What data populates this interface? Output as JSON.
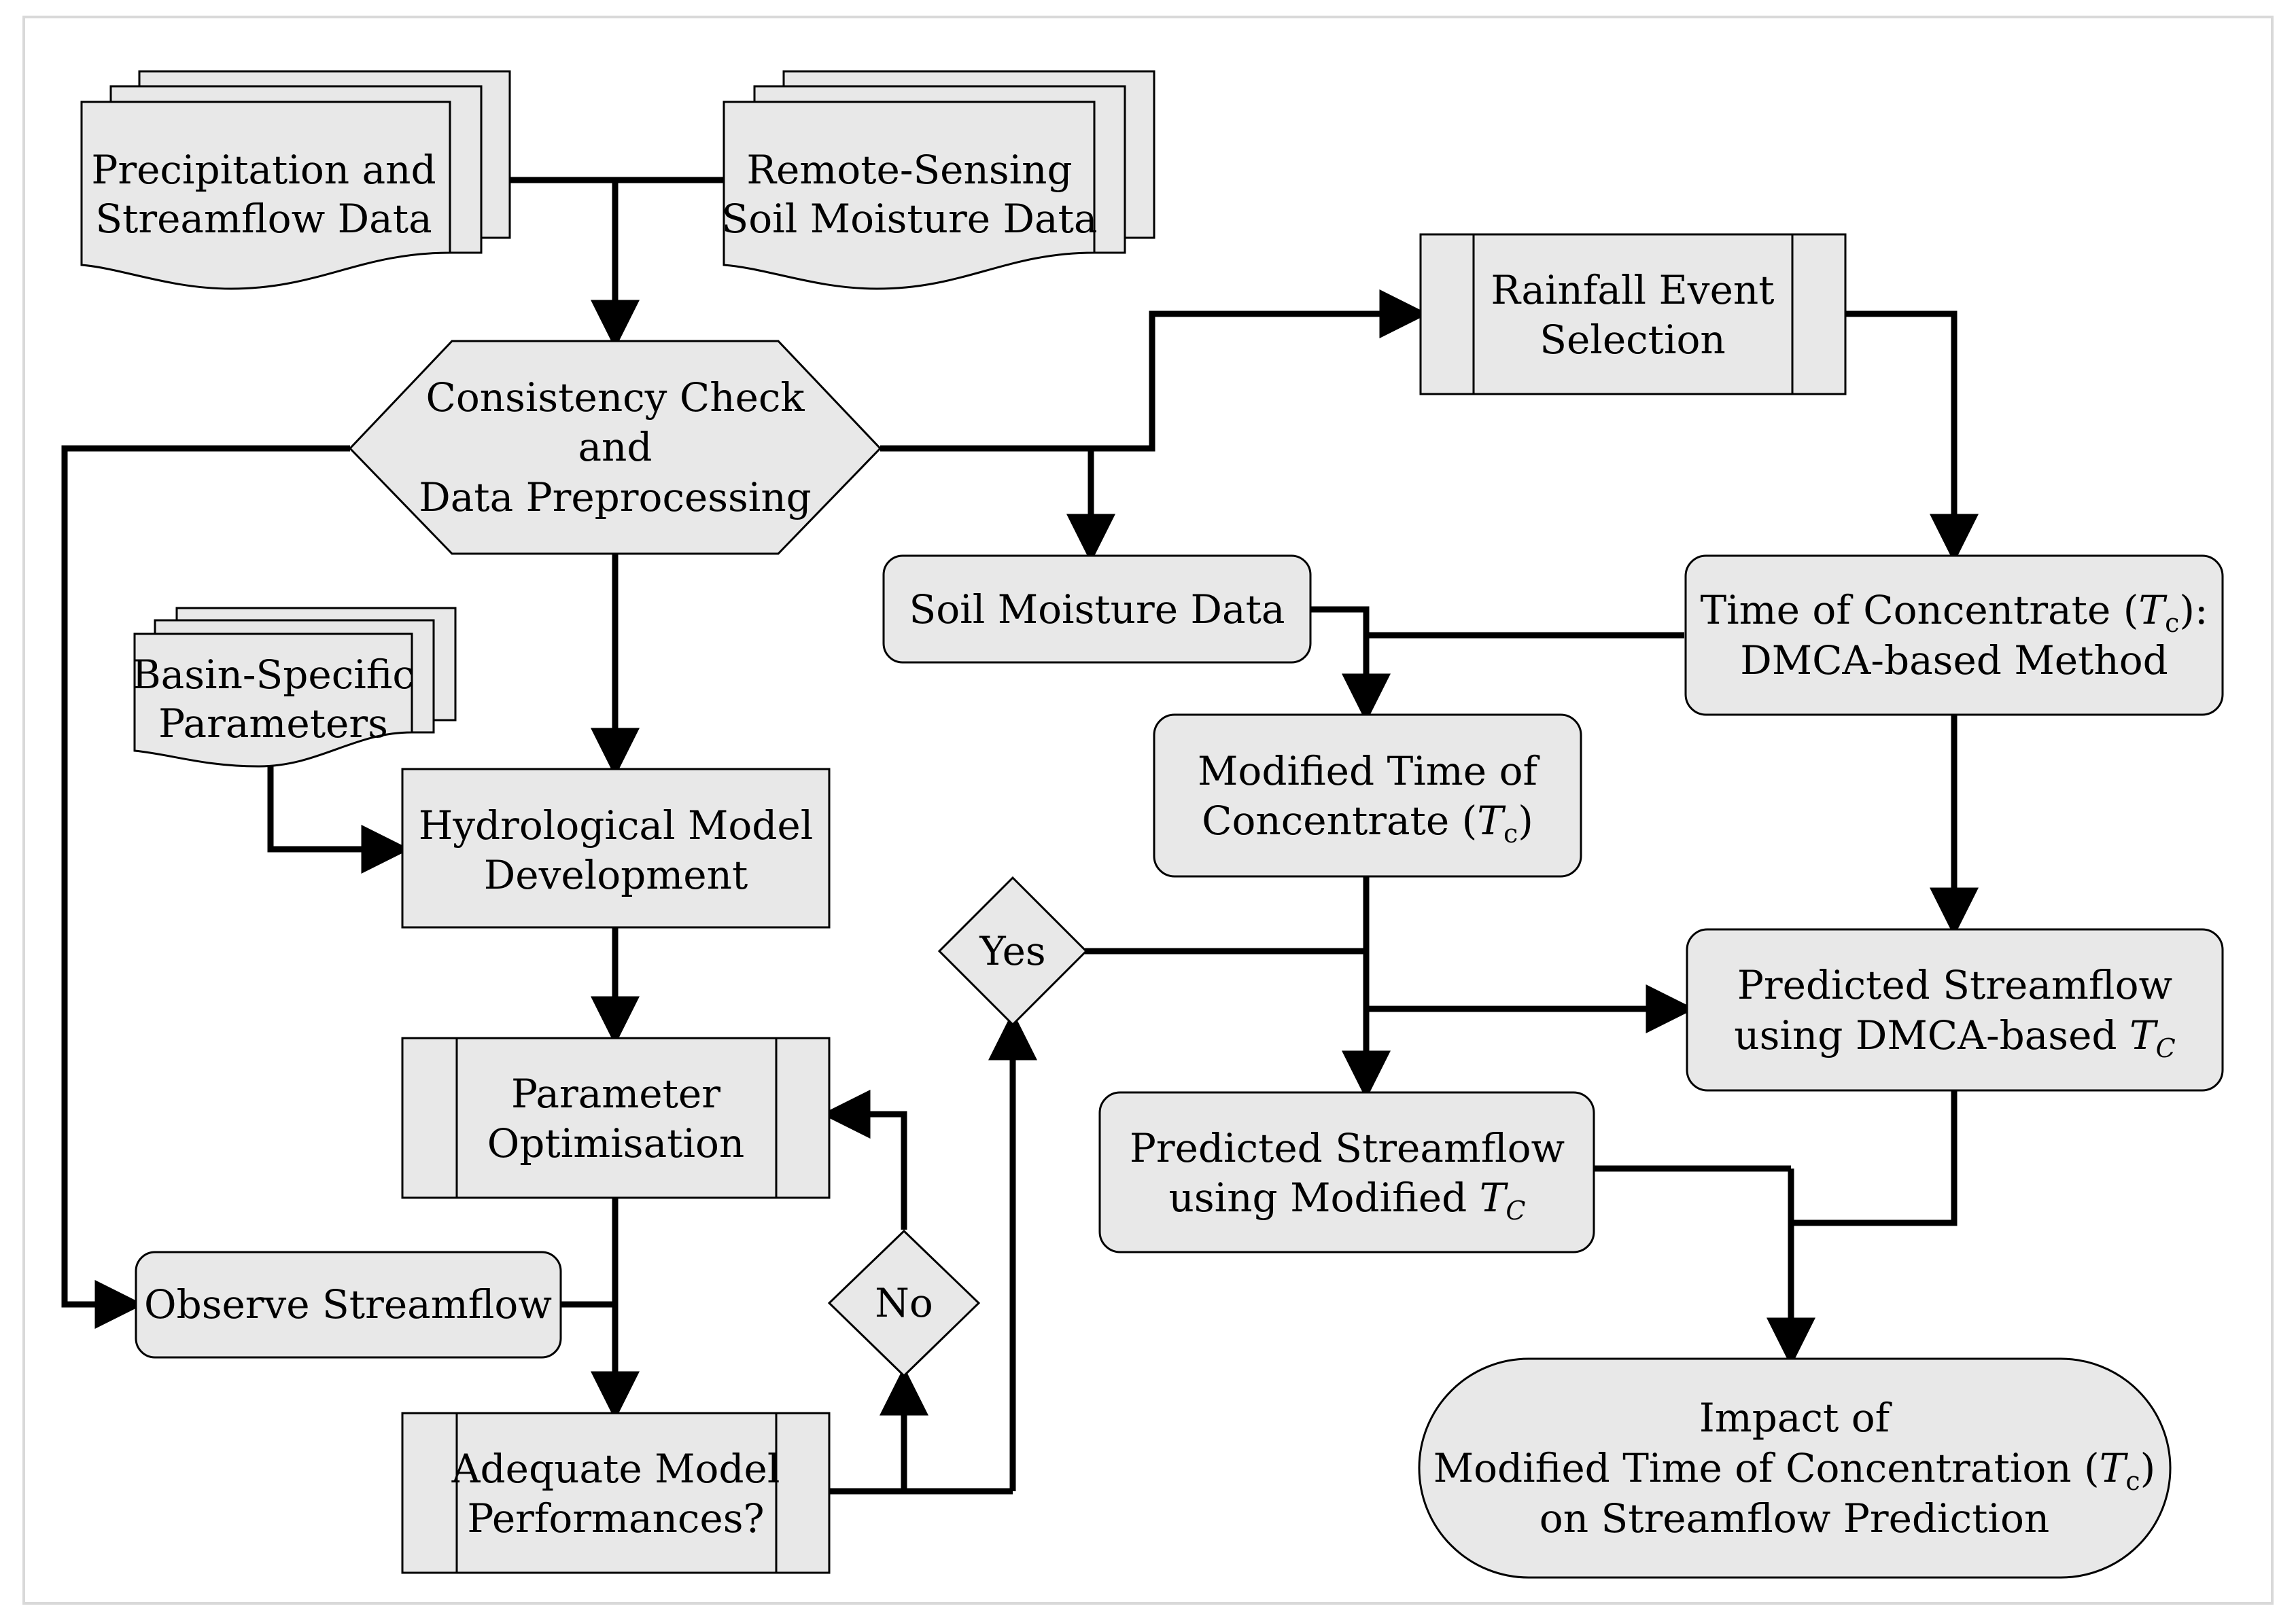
{
  "nodes": {
    "precip": {
      "line1": "Precipitation and",
      "line2": "Streamflow Data"
    },
    "remote": {
      "line1": "Remote-Sensing",
      "line2": "Soil Moisture Data"
    },
    "consistency": {
      "line1": "Consistency Check",
      "line2": "and",
      "line3": "Data Preprocessing"
    },
    "rainfall": {
      "line1": "Rainfall Event",
      "line2": "Selection"
    },
    "soil": {
      "line1": "Soil Moisture Data"
    },
    "tc_dmca": {
      "line1a": "Time of Concentrate (",
      "var": "T",
      "sub": "c",
      "line1b": "):",
      "line2": "DMCA-based Method"
    },
    "basin": {
      "line1": "Basin-Specific",
      "line2": "Parameters"
    },
    "modified_tc": {
      "line1": "Modified Time of",
      "line2a": "Concentrate (",
      "var": "T",
      "sub": "c",
      "line2b": ")"
    },
    "hydro": {
      "line1": "Hydrological Model",
      "line2": "Development"
    },
    "yes": {
      "label": "Yes"
    },
    "pred_dmca": {
      "line1": "Predicted Streamflow",
      "line2a": "using DMCA-based ",
      "var": "T",
      "sub": "C"
    },
    "param": {
      "line1": "Parameter",
      "line2": "Optimisation"
    },
    "pred_mod": {
      "line1": "Predicted Streamflow",
      "line2a": "using Modified ",
      "var": "T",
      "sub": "C"
    },
    "observe": {
      "line1": "Observe Streamflow"
    },
    "no": {
      "label": "No"
    },
    "adequate": {
      "line1": "Adequate Model",
      "line2": "Performances?"
    },
    "impact": {
      "line1": "Impact of",
      "line2a": "Modified Time of Concentration (",
      "var": "T",
      "sub": "c",
      "line2b": ")",
      "line3": "on Streamflow Prediction"
    }
  }
}
